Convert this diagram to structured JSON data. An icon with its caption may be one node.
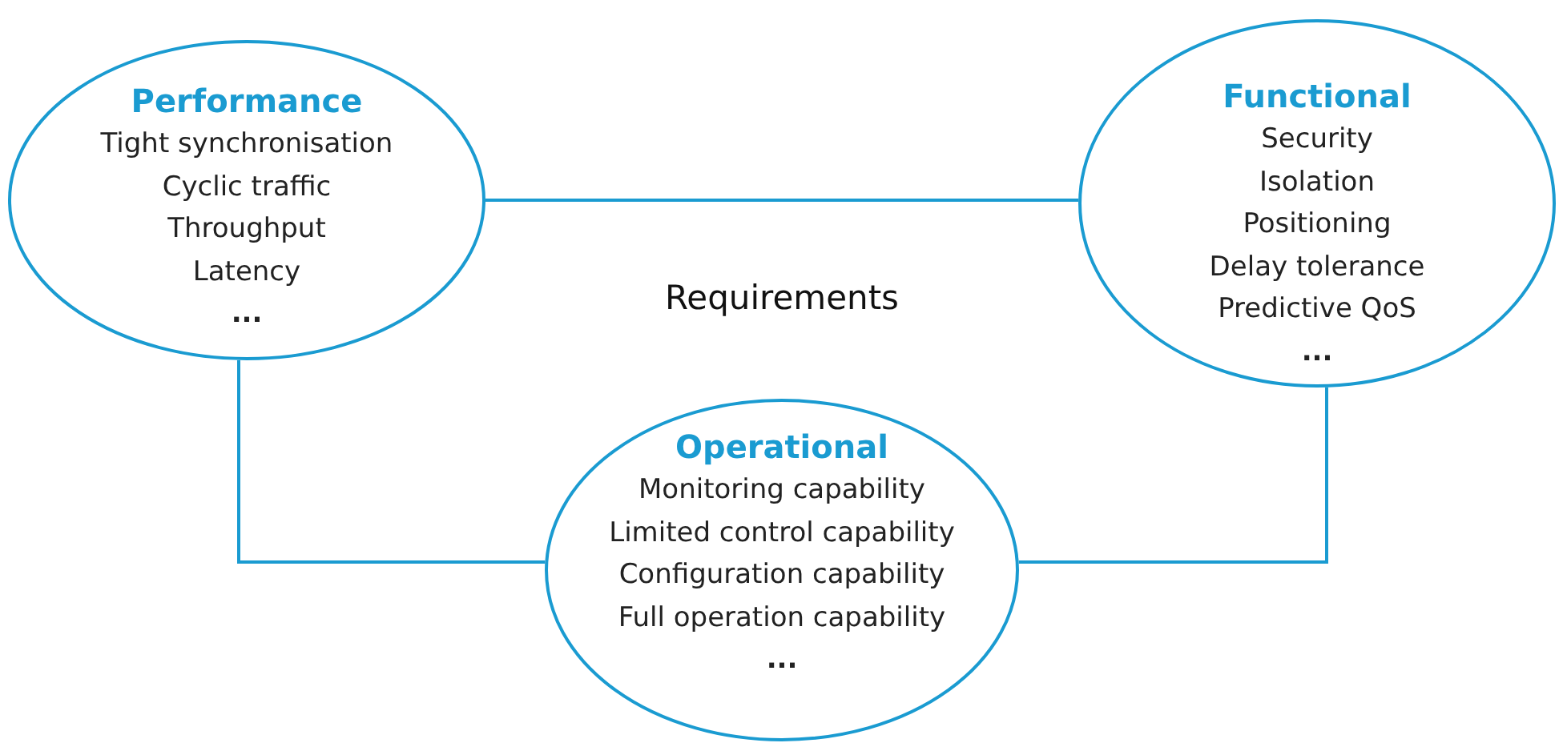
{
  "diagram": {
    "nodes": [
      {
        "text": [
          "Performance",
          "Tight synchronisation",
          "Cyclic traffic",
          "Throughput",
          "Latency",
          "..."
        ]
      },
      {
        "text": [
          "Functional",
          "Security",
          "Isolation",
          "Positioning",
          "Delay tolerance",
          "Predictive QoS",
          "..."
        ]
      },
      {
        "text": [
          "Operational",
          "Monitoring capability",
          "Limited control capability",
          "Configuration capability",
          "Full operation capability",
          "..."
        ]
      }
    ],
    "edges": [
      {
        "from": 0,
        "to": 1,
        "arrow": "none"
      },
      {
        "from": 0,
        "to": 2,
        "arrow": "none"
      },
      {
        "from": 1,
        "to": 2,
        "arrow": "none"
      }
    ],
    "labels": [
      "Requirements"
    ]
  }
}
